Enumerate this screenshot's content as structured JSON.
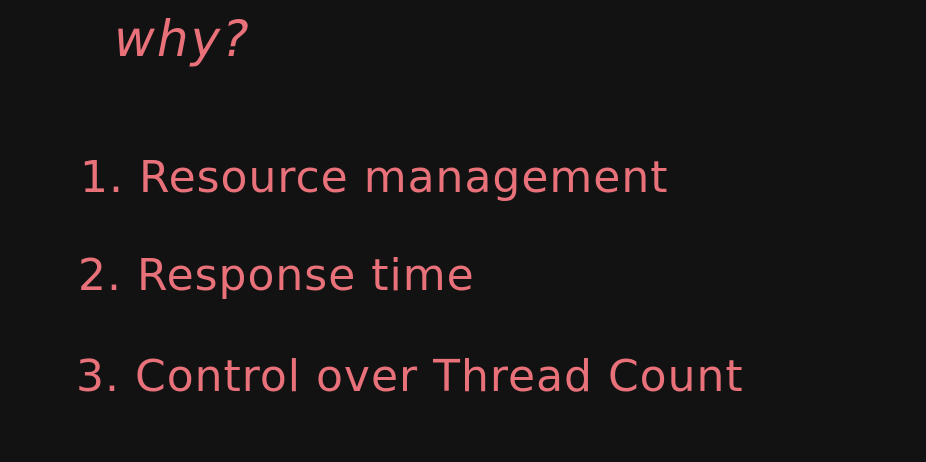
{
  "note": {
    "heading": "why?",
    "items": [
      "1. Resource management",
      "2. Response time",
      "3. Control over Thread Count"
    ],
    "colors": {
      "background": "#121212",
      "ink": "#e8717a"
    }
  }
}
